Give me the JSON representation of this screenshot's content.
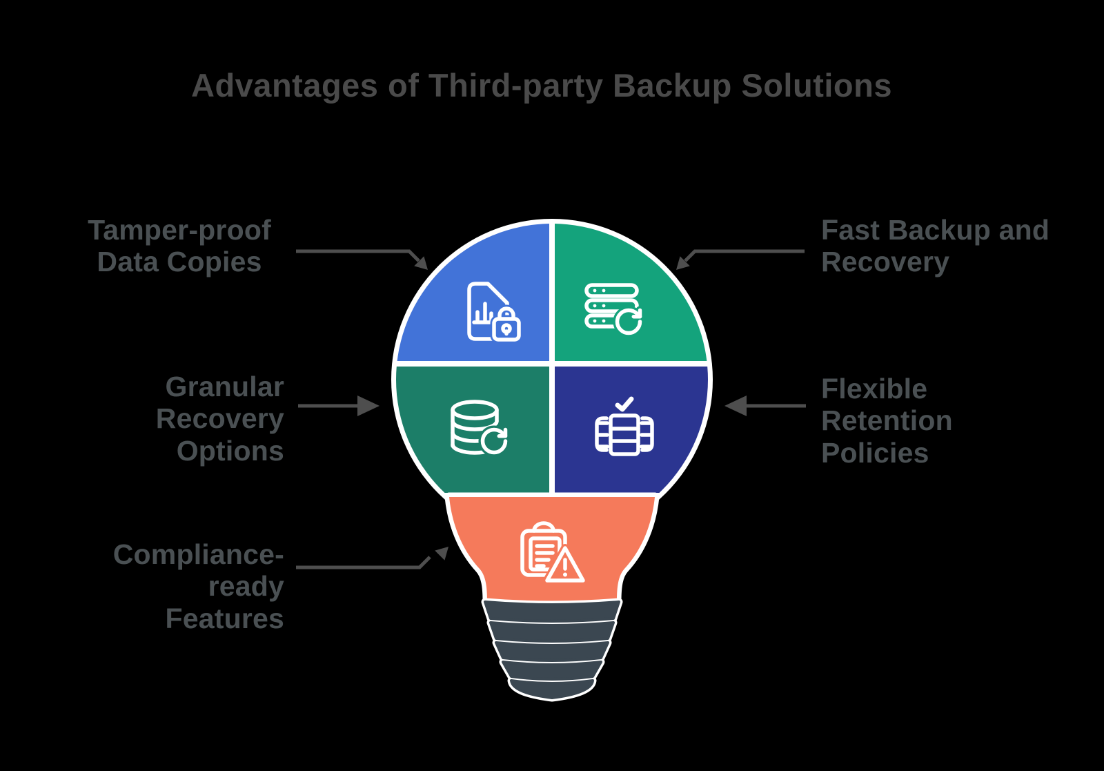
{
  "title": "Advantages of Third-party Backup Solutions",
  "labels": {
    "tamper": {
      "text": "Tamper-proof\nData Copies"
    },
    "fast": {
      "text": "Fast Backup and\nRecovery"
    },
    "granular": {
      "text": "Granular Recovery\nOptions"
    },
    "flexible": {
      "text": "Flexible Retention\nPolicies"
    },
    "compliance": {
      "text": "Compliance-ready\nFeatures"
    }
  },
  "segments": [
    {
      "position": "top-left",
      "label": "Tamper-proof Data Copies",
      "icon": "file-lock-chart-icon",
      "color": "#4273d8"
    },
    {
      "position": "top-right",
      "label": "Fast Backup and Recovery",
      "icon": "server-refresh-icon",
      "color": "#14a37c"
    },
    {
      "position": "middle-left",
      "label": "Granular Recovery Options",
      "icon": "database-refresh-icon",
      "color": "#1c7e68"
    },
    {
      "position": "middle-right",
      "label": "Flexible Retention Policies",
      "icon": "table-check-icon",
      "color": "#2b3591"
    },
    {
      "position": "bottom-neck",
      "label": "Compliance-ready Features",
      "icon": "clipboard-warning-icon",
      "color": "#f57a5b"
    }
  ],
  "colors": {
    "background": "#000000",
    "outline": "#ffffff",
    "quad_top_left": "#4273d8",
    "quad_top_right": "#14a37c",
    "quad_mid_left": "#1c7e68",
    "quad_mid_right": "#2b3591",
    "neck": "#f57a5b",
    "base": "#3b4751",
    "connector": "#4e4e4e",
    "label_text": "#4a5053",
    "title_text": "#4a4a4a",
    "icon": "#ffffff"
  }
}
